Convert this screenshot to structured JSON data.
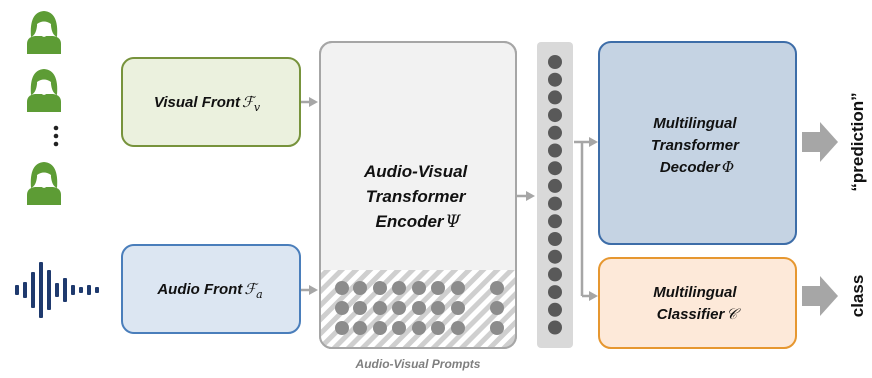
{
  "visual_front": {
    "label": "Visual Front",
    "symbol": "ℱ",
    "subscript": "v"
  },
  "audio_front": {
    "label": "Audio Front",
    "symbol": "ℱ",
    "subscript": "a"
  },
  "encoder": {
    "lines": [
      "Audio-Visual",
      "Transformer",
      "Encoder"
    ],
    "symbol": "Ψ"
  },
  "decoder": {
    "lines": [
      "Multilingual",
      "Transformer",
      "Decoder"
    ],
    "symbol": "Φ"
  },
  "classifier": {
    "lines": [
      "Multilingual",
      "Classifier"
    ],
    "symbol": "𝒞"
  },
  "prompts_label": "Audio-Visual Prompts",
  "outputs": {
    "prediction": "“prediction”",
    "class": "class"
  },
  "icons": {
    "face": "face-icon",
    "waveform": "audio-waveform-icon",
    "ellipsis": "vertical-ellipsis-icon"
  },
  "colors": {
    "visual_fill": "#ebf1de",
    "visual_stroke": "#77933c",
    "audio_fill": "#dce6f2",
    "audio_stroke": "#4a7ebb",
    "encoder_fill": "#f2f2f2",
    "encoder_stroke": "#a6a6a6",
    "decoder_fill": "#c5d3e3",
    "decoder_stroke": "#3d6da8",
    "classifier_fill": "#fde9d9",
    "classifier_stroke": "#e69730",
    "face": "#5d9c35",
    "waveform": "#1f3a6e",
    "dots": "#595959",
    "arrow": "#a6a6a6"
  }
}
